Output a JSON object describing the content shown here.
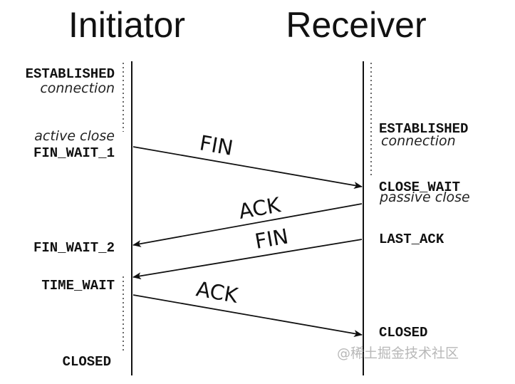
{
  "titles": {
    "initiator": "Initiator",
    "receiver": "Receiver"
  },
  "initiator_states": {
    "established": "ESTABLISHED",
    "established_note": "connection",
    "active_close_note": "active close",
    "fin_wait_1": "FIN_WAIT_1",
    "fin_wait_2": "FIN_WAIT_2",
    "time_wait": "TIME_WAIT",
    "closed": "CLOSED"
  },
  "receiver_states": {
    "established": "ESTABLISHED",
    "established_note": "connection",
    "close_wait": "CLOSE_WAIT",
    "passive_close_note": "passive close",
    "last_ack": "LAST_ACK",
    "closed": "CLOSED"
  },
  "messages": {
    "fin_1": "FIN",
    "ack_1": "ACK",
    "fin_2": "FIN",
    "ack_2": "ACK"
  },
  "watermark": "@稀土掘金技术社区"
}
